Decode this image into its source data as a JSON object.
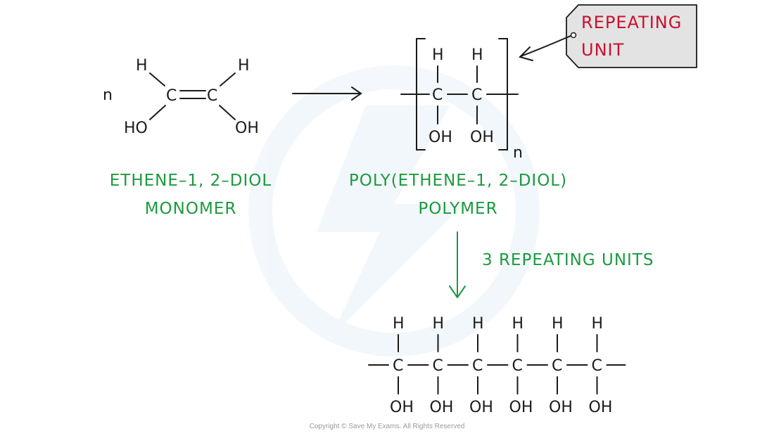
{
  "monomer": {
    "coefficient": "n",
    "atoms": {
      "h_left": "H",
      "h_right": "H",
      "c_left": "C",
      "c_right": "C",
      "oh_left": "HO",
      "oh_right": "OH"
    },
    "name": "ETHENE–1, 2–DIOL",
    "label": "MONOMER"
  },
  "polymer": {
    "atoms": {
      "h1": "H",
      "h2": "H",
      "c1": "C",
      "c2": "C",
      "oh1": "OH",
      "oh2": "OH"
    },
    "subscript": "n",
    "name": "POLY(ETHENE–1, 2–DIOL)",
    "label": "POLYMER"
  },
  "callout": {
    "line1": "REPEATING",
    "line2": "UNIT"
  },
  "arrow_label": "3  REPEATING  UNITS",
  "chain": {
    "units": [
      {
        "top": "H",
        "center": "C",
        "bottom": "OH"
      },
      {
        "top": "H",
        "center": "C",
        "bottom": "OH"
      },
      {
        "top": "H",
        "center": "C",
        "bottom": "OH"
      },
      {
        "top": "H",
        "center": "C",
        "bottom": "OH"
      },
      {
        "top": "H",
        "center": "C",
        "bottom": "OH"
      },
      {
        "top": "H",
        "center": "C",
        "bottom": "OH"
      }
    ]
  },
  "copyright": "Copyright © Save My Exams. All Rights Reserved",
  "colors": {
    "label_green": "#1b9a3f",
    "callout_red": "#c8102e",
    "callout_fill": "#e3e3e3",
    "ink": "#1a1a1a"
  }
}
